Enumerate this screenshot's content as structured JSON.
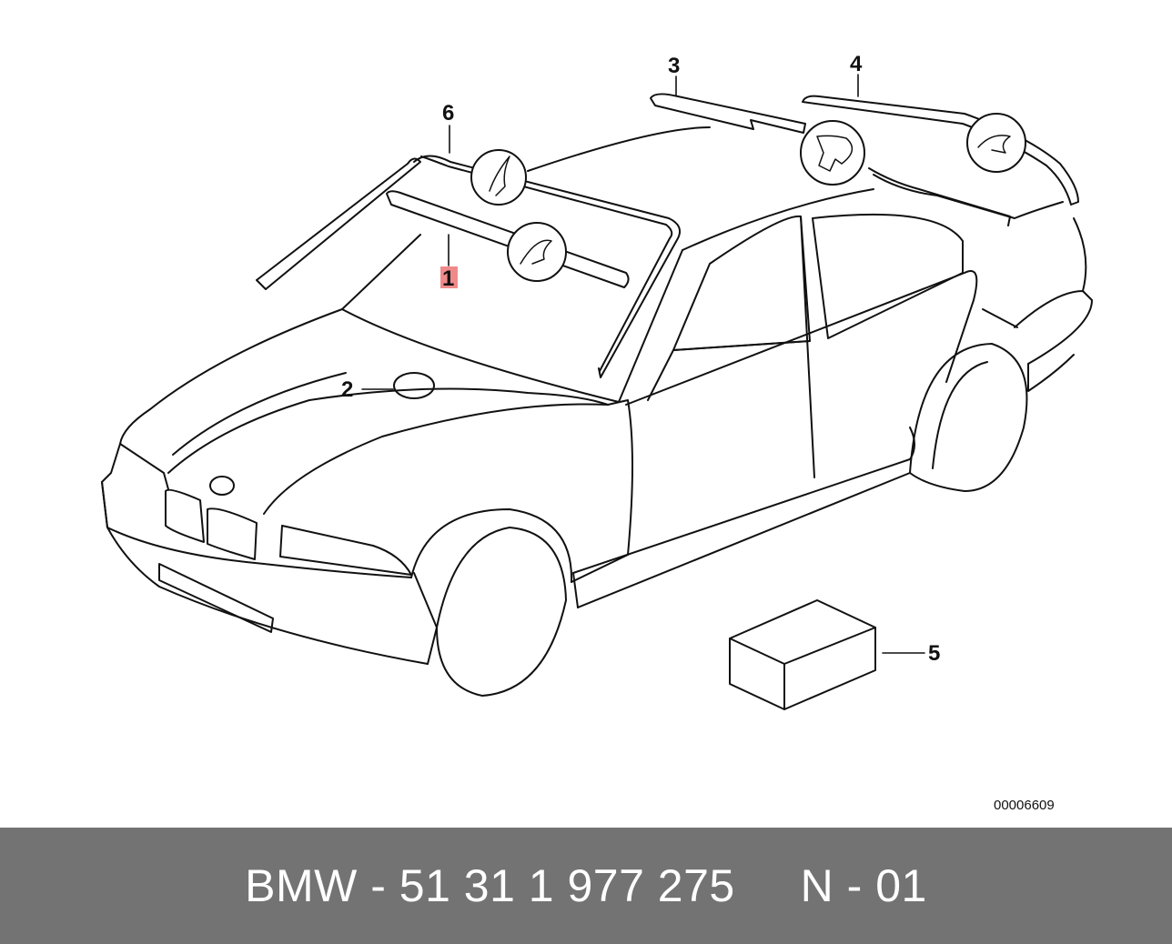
{
  "diagram": {
    "callouts": {
      "c1": "1",
      "c2": "2",
      "c3": "3",
      "c4": "4",
      "c5": "5",
      "c6": "6"
    },
    "highlight_color": "#f08a8a",
    "reference_code": "00006609"
  },
  "footer": {
    "text": "BMW - 51 31 1 977 275     N - 01",
    "background": "#737373"
  }
}
